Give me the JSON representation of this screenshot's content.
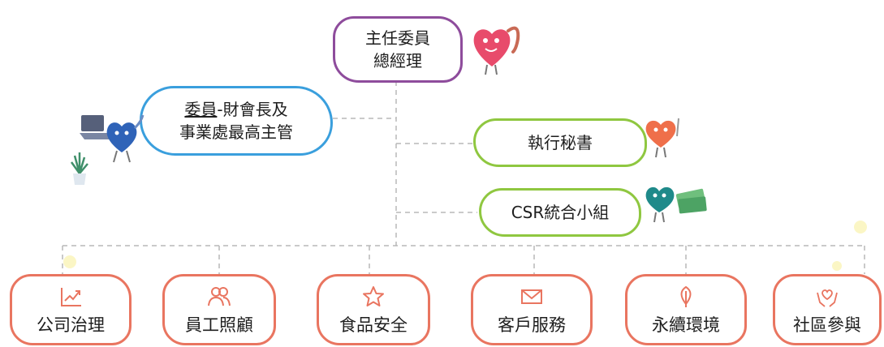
{
  "top": {
    "line1": "主任委員",
    "line2": "總經理"
  },
  "committee": {
    "prefix": "委員",
    "line1_rest": "-財會長及",
    "line2": "事業處最高主管"
  },
  "secretary": {
    "label": "執行秘書"
  },
  "csr_group": {
    "label": "CSR統合小組"
  },
  "teams": [
    {
      "label": "公司治理",
      "icon": "chart-icon"
    },
    {
      "label": "員工照顧",
      "icon": "people-icon"
    },
    {
      "label": "食品安全",
      "icon": "star-icon"
    },
    {
      "label": "客戶服務",
      "icon": "envelope-icon"
    },
    {
      "label": "永續環境",
      "icon": "leaf-icon"
    },
    {
      "label": "社區參與",
      "icon": "hands-heart-icon"
    }
  ],
  "colors": {
    "top_border": "#8e4c9c",
    "committee_border": "#3a9fdd",
    "green_border": "#8fc740",
    "team_border": "#e97560",
    "connector": "#b5b5b5"
  }
}
